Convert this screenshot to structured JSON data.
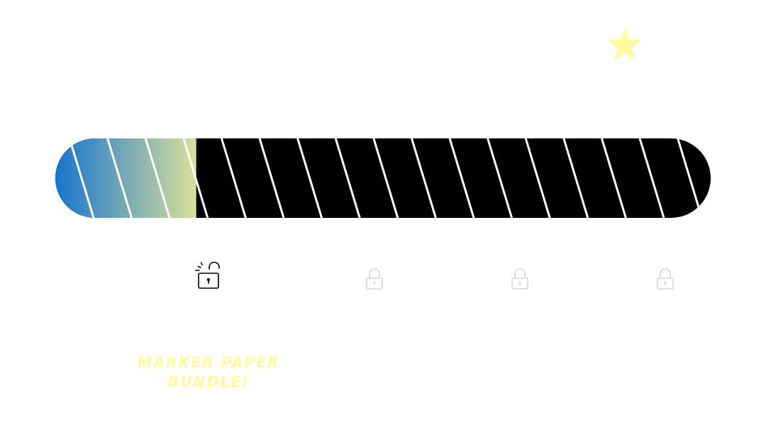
{
  "colors": {
    "background": "#ffffff",
    "star": "#fffaa0",
    "track": "#000000",
    "stripe": "#ffffff",
    "fill_start": "#1674d0",
    "fill_end": "#d8e09a",
    "lock_unlocked": "#000000",
    "lock_locked": "#d6d6d6",
    "reward_text": "#fffaa0"
  },
  "progress": {
    "fraction": 0.215
  },
  "milestones": [
    {
      "state": "unlocked",
      "icon": "unlocked-lock-icon"
    },
    {
      "state": "locked",
      "icon": "lock-icon"
    },
    {
      "state": "locked",
      "icon": "lock-icon"
    },
    {
      "state": "locked",
      "icon": "lock-icon"
    }
  ],
  "reward": {
    "line1": "MARKER PAPER",
    "line2": "BUNDLE!"
  },
  "icons": {
    "star": "star-icon"
  }
}
